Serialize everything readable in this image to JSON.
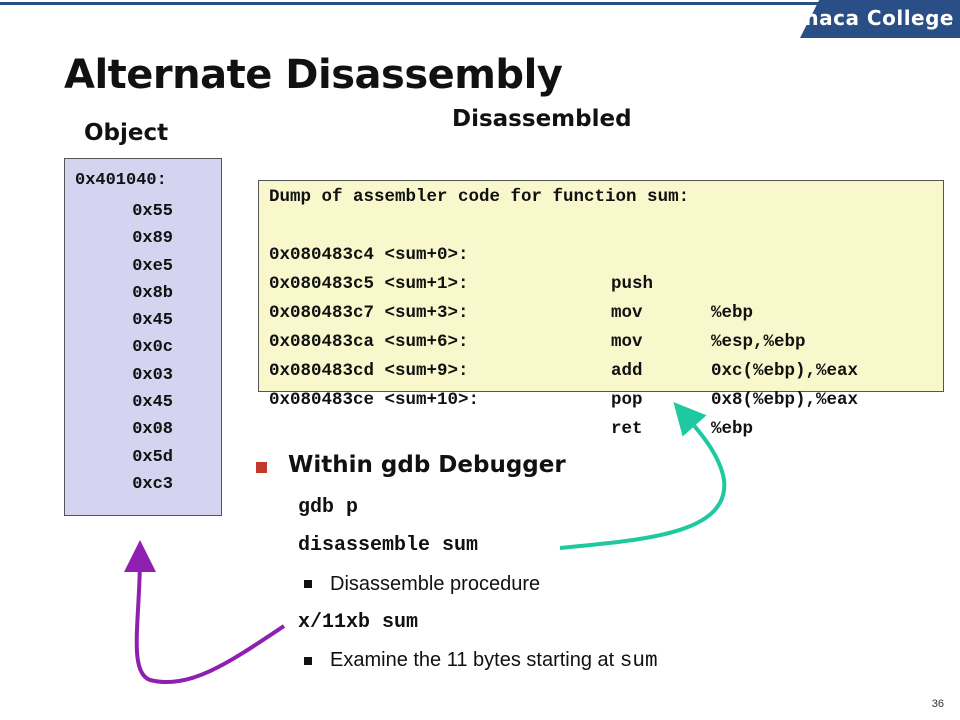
{
  "header": {
    "brand": "Ithaca College",
    "brand_color": "#2a4e86"
  },
  "slide": {
    "title": "Alternate Disassembly",
    "object_label": "Object",
    "disassembled_label": "Disassembled",
    "page_number": "36"
  },
  "object_box": {
    "address": "0x401040:",
    "bytes": [
      "0x55",
      "0x89",
      "0xe5",
      "0x8b",
      "0x45",
      "0x0c",
      "0x03",
      "0x45",
      "0x08",
      "0x5d",
      "0xc3"
    ],
    "background": "#d4d4f0"
  },
  "dump_box": {
    "header": "Dump of assembler code for function sum:",
    "rows": [
      {
        "addr": "0x080483c4 <sum+0>:",
        "op": "push",
        "args": "%ebp"
      },
      {
        "addr": "0x080483c5 <sum+1>:",
        "op": "mov",
        "args": "%esp,%ebp"
      },
      {
        "addr": "0x080483c7 <sum+3>:",
        "op": "mov",
        "args": "0xc(%ebp),%eax"
      },
      {
        "addr": "0x080483ca <sum+6>:",
        "op": "add",
        "args": "0x8(%ebp),%eax"
      },
      {
        "addr": "0x080483cd <sum+9>:",
        "op": "pop",
        "args": "%ebp"
      },
      {
        "addr": "0x080483ce <sum+10>:",
        "op": "ret",
        "args": ""
      }
    ],
    "background": "#f8f8cc"
  },
  "bullets": {
    "main": "Within gdb Debugger",
    "main_bullet_color": "#c0392b",
    "cmd1": "gdb p",
    "cmd2": "disassemble sum",
    "sub1": "Disassemble procedure",
    "cmd3": "x/11xb sum",
    "sub2_prefix": "Examine the 11 bytes starting at ",
    "sub2_code": "sum"
  },
  "arrows": {
    "teal_color": "#1fc9a0",
    "purple_color": "#8e1fb0"
  }
}
